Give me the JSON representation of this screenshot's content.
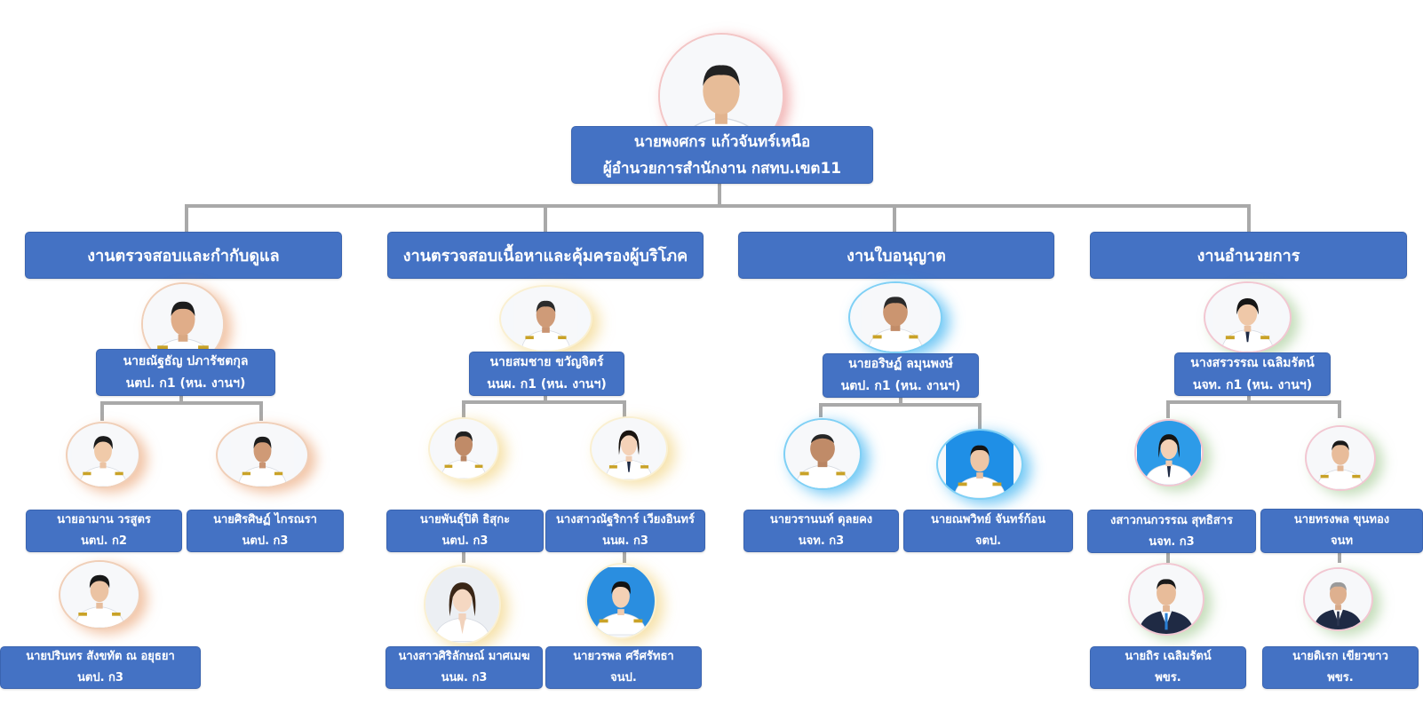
{
  "director": {
    "name": "นายพงศกร แก้วจันทร์เหนือ",
    "title": "ผู้อำนวยการสำนักงาน กสทบ.เขต11"
  },
  "departments": [
    {
      "name": "งานตรวจสอบและกำกับดูแล",
      "lead": {
        "name": "นายณัฐธัญ ปภารัชตกุล",
        "position": "นตป. ก1 (หน. งานฯ)"
      },
      "staff": [
        {
          "name": "นายอามาน วรสูตร",
          "position": "นตป. ก2"
        },
        {
          "name": "นายศิรศิษฏ์ ไกรณรา",
          "position": "นตป. ก3"
        },
        {
          "name": "นายปรินทร สังขทัต ณ อยุธยา",
          "position": "นตป. ก3"
        }
      ]
    },
    {
      "name": "งานตรวจสอบเนื้อหาและคุ้มครองผู้บริโภค",
      "lead": {
        "name": "นายสมชาย ขวัญจิตร์",
        "position": "นนผ. ก1 (หน. งานฯ)"
      },
      "staff": [
        {
          "name": "นายพันธุ์ปิติ ธิสุกะ",
          "position": "นตป. ก3"
        },
        {
          "name": "นางสาวณัฐริการ์ เวียงอินทร์",
          "position": "นนผ. ก3"
        },
        {
          "name": "นางสาวศิริลักษณ์ มาศเมฆ",
          "position": "นนผ. ก3"
        },
        {
          "name": "นายวรพล ศรีศรัทธา",
          "position": "จนป."
        }
      ]
    },
    {
      "name": "งานใบอนุญาต",
      "lead": {
        "name": "นายอริษฏ์ ลมุนพงษ์",
        "position": "นตป. ก1 (หน. งานฯ)"
      },
      "staff": [
        {
          "name": "นายวรานนท์ ดุลยคง",
          "position": "นจท. ก3"
        },
        {
          "name": "นายณพวิทย์ จันทร์ก้อน",
          "position": "จตป."
        }
      ]
    },
    {
      "name": "งานอำนวยการ",
      "lead": {
        "name": "นางสรวรรณ เฉลิมรัตน์",
        "position": "นจท. ก1 (หน. งานฯ)"
      },
      "staff": [
        {
          "name": "งสาวกนกวรรณ สุทธิสาร",
          "position": "นจท. ก3"
        },
        {
          "name": "นายทรงพล ขุนทอง",
          "position": "จนท"
        },
        {
          "name": "นายถิร เฉลิมรัตน์",
          "position": "พขร."
        },
        {
          "name": "นายดิเรก เขียวขาว",
          "position": "พขร."
        }
      ]
    }
  ],
  "colors": {
    "box": "#4472c4",
    "line": "#a9a9a9",
    "text": "#ffffff"
  }
}
